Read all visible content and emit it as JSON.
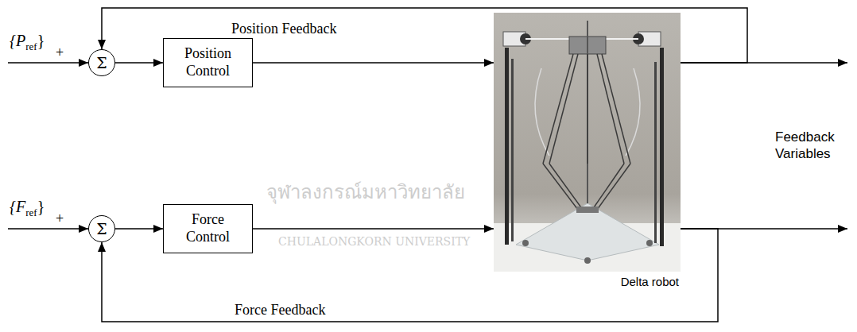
{
  "diagram": {
    "nodes": [
      {
        "text": [
          "Σ"
        ]
      },
      {
        "text": [
          "Position Control"
        ]
      },
      {
        "text": [
          "Delta robot"
        ]
      },
      {
        "text": [
          "Σ"
        ]
      },
      {
        "text": [
          "Force Control"
        ]
      }
    ],
    "edges": [
      {
        "from": 0,
        "to": 1,
        "arrow": "to"
      },
      {
        "from": 1,
        "to": 2,
        "arrow": "to"
      },
      {
        "from": 2,
        "to": 0,
        "arrow": "to",
        "label": "Position Feedback"
      },
      {
        "from": 3,
        "to": 4,
        "arrow": "to"
      },
      {
        "from": 4,
        "to": 2,
        "arrow": "to"
      },
      {
        "from": 2,
        "to": 3,
        "arrow": "to",
        "label": "Force Feedback"
      }
    ],
    "labels": [
      "{P",
      "ref",
      "}",
      "+",
      "{F",
      "ref",
      "}",
      "+",
      "Feedback Variables",
      "จุฬาลงกรณ์มหาวิทยาลัย",
      "CHULALONGKORN UNIVERSITY"
    ]
  }
}
